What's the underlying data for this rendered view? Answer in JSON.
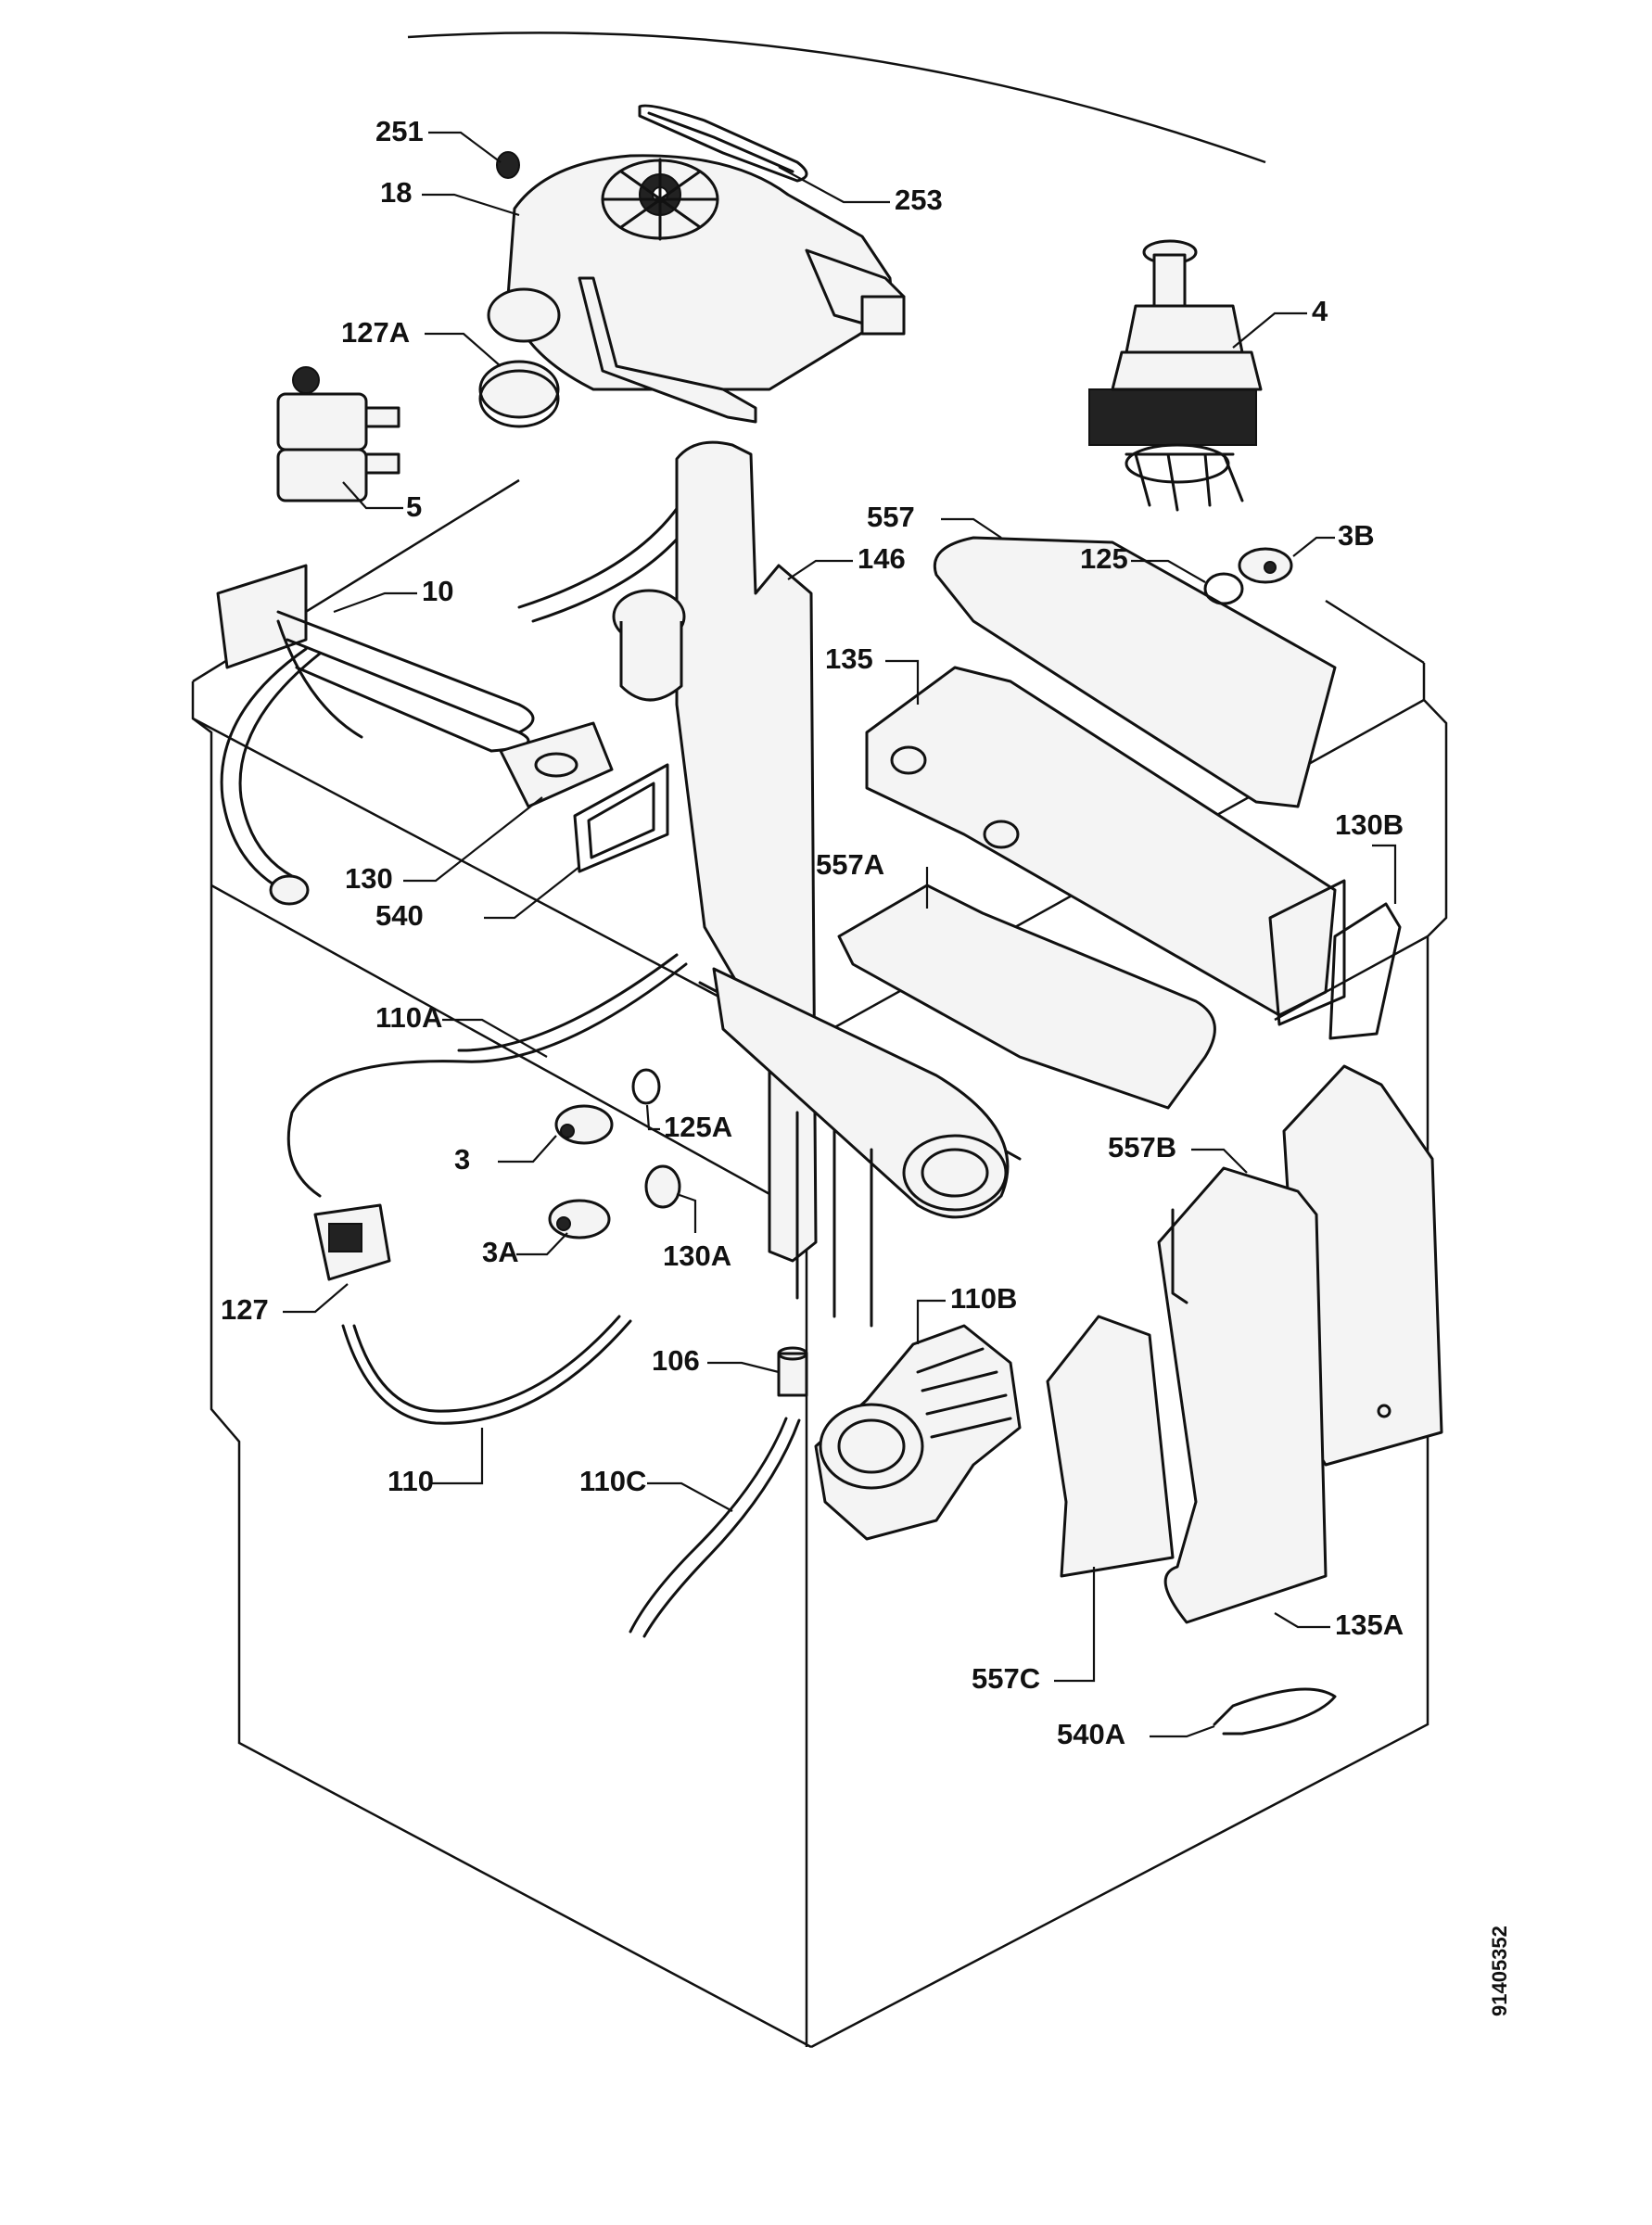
{
  "callouts": {
    "c251": "251",
    "c18": "18",
    "c253": "253",
    "c4": "4",
    "c127A": "127A",
    "c5": "5",
    "c557": "557",
    "c125": "125",
    "c3B": "3B",
    "c146": "146",
    "c10": "10",
    "c135": "135",
    "c130B": "130B",
    "c130": "130",
    "c557A": "557A",
    "c540": "540",
    "c110A": "110A",
    "c125A": "125A",
    "c3": "3",
    "c557B": "557B",
    "c3A": "3A",
    "c130A": "130A",
    "c127": "127",
    "c110B": "110B",
    "c106": "106",
    "c110": "110",
    "c110C": "110C",
    "c135A": "135A",
    "c557C": "557C",
    "c540A": "540A"
  },
  "document_number": "91405352"
}
